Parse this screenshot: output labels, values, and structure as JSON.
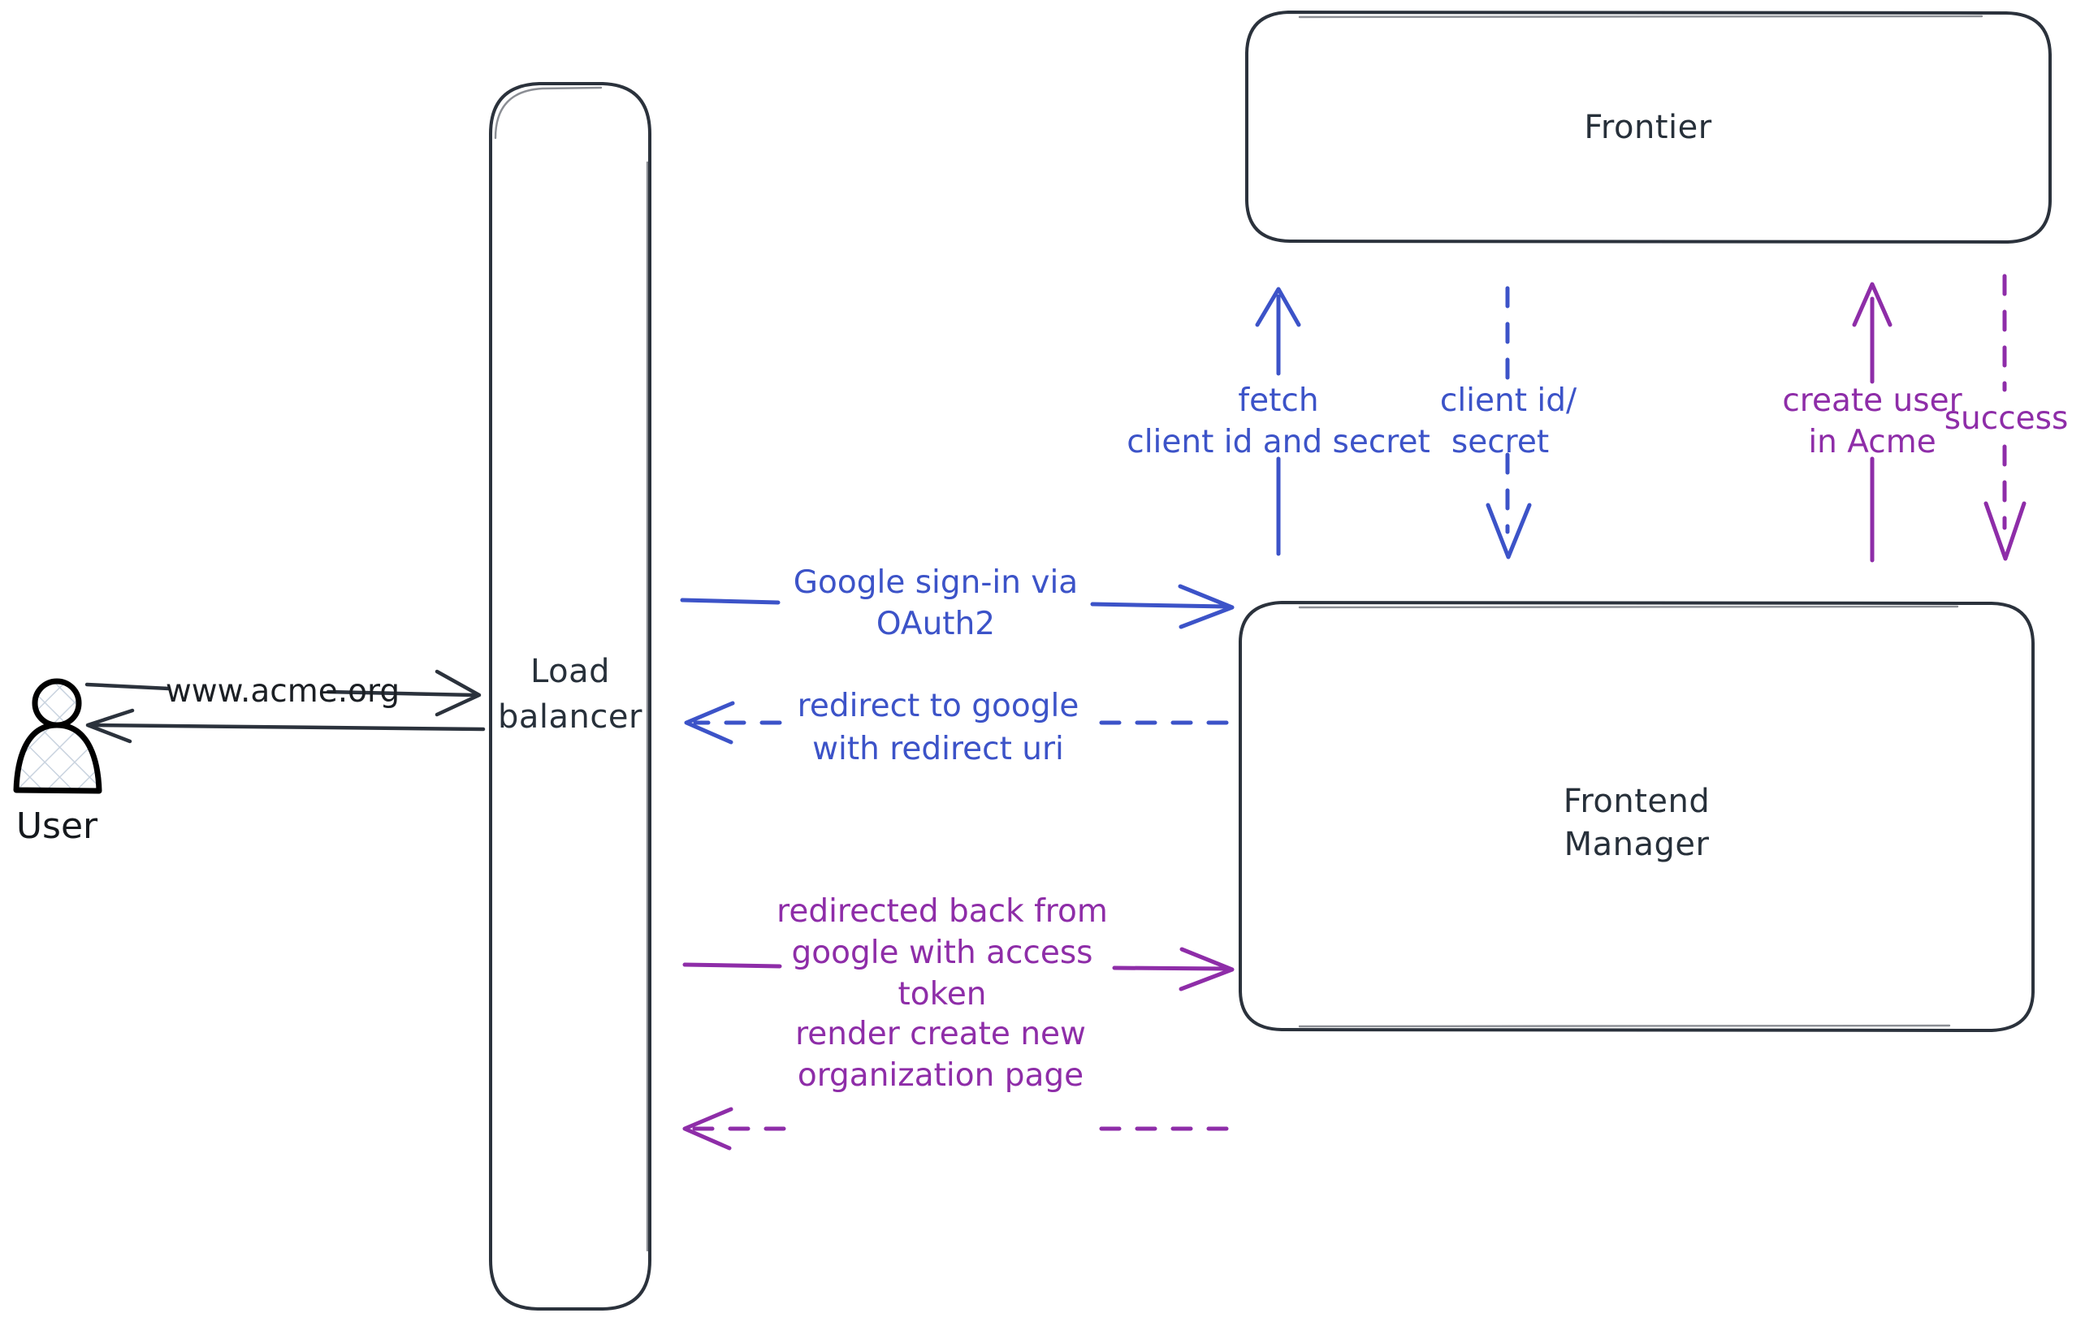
{
  "diagram": {
    "title": "Google OAuth2 sign-in sequence",
    "type": "architecture-sequence",
    "colors": {
      "blue": "#3c53c8",
      "purple": "#8e2da8",
      "dark": "#2b323c",
      "background": "#ffffff"
    }
  },
  "actors": {
    "user": {
      "label": "User",
      "icon": "user-person-icon"
    }
  },
  "nodes": [
    {
      "id": "load-balancer",
      "label_line1": "Load",
      "label_line2": "balancer"
    },
    {
      "id": "frontier",
      "label_line1": "Frontier",
      "label_line2": ""
    },
    {
      "id": "frontend-manager",
      "label_line1": "Frontend",
      "label_line2": "Manager"
    }
  ],
  "edges": [
    {
      "id": "user-to-lb",
      "color": "dark",
      "style": "solid",
      "direction": "right",
      "label_lines": [
        "www.acme.org"
      ]
    },
    {
      "id": "lb-to-user",
      "color": "dark",
      "style": "solid",
      "direction": "left",
      "label_lines": []
    },
    {
      "id": "lb-to-fm-signin",
      "color": "blue",
      "style": "solid",
      "direction": "right",
      "label_lines": [
        "Google sign-in via",
        "OAuth2"
      ]
    },
    {
      "id": "fm-to-lb-redirect",
      "color": "blue",
      "style": "dashed",
      "direction": "left",
      "label_lines": [
        "redirect to google",
        "with redirect uri"
      ]
    },
    {
      "id": "lb-to-fm-token",
      "color": "purple",
      "style": "solid",
      "direction": "right",
      "label_lines": [
        "redirected back from",
        "google with access",
        "token"
      ]
    },
    {
      "id": "fm-to-lb-render",
      "color": "purple",
      "style": "dashed",
      "direction": "left",
      "label_lines": [
        "render create new",
        "organization page"
      ]
    },
    {
      "id": "fm-to-frontier-fetch",
      "color": "blue",
      "style": "solid",
      "direction": "up",
      "label_lines": [
        "fetch",
        "client id and secret"
      ]
    },
    {
      "id": "frontier-to-fm-clientid",
      "color": "blue",
      "style": "dashed",
      "direction": "down",
      "label_lines": [
        "client id/",
        "secret"
      ]
    },
    {
      "id": "fm-to-frontier-createuser",
      "color": "purple",
      "style": "solid",
      "direction": "up",
      "label_lines": [
        "create user",
        "in Acme"
      ]
    },
    {
      "id": "frontier-to-fm-success",
      "color": "purple",
      "style": "dashed",
      "direction": "down",
      "label_lines": [
        "success"
      ]
    }
  ],
  "labels": {
    "www_acme_org": "www.acme.org",
    "load": "Load",
    "balancer": "balancer",
    "frontier": "Frontier",
    "frontend": "Frontend",
    "manager": "Manager",
    "user": "User",
    "google_signin_via": "Google sign-in via",
    "oauth2": "OAuth2",
    "redirect_to_google": "redirect to google",
    "with_redirect_uri": "with redirect uri",
    "redirected_back_from": "redirected back from",
    "google_with_access": "google with access",
    "token": "token",
    "render_create_new": "render create new",
    "organization_page": "organization page",
    "fetch": "fetch",
    "client_id_and_secret": "client id and secret",
    "client_id_slash": "client id/",
    "secret": "secret",
    "create_user": "create user",
    "in_acme": "in Acme",
    "success": "success"
  }
}
